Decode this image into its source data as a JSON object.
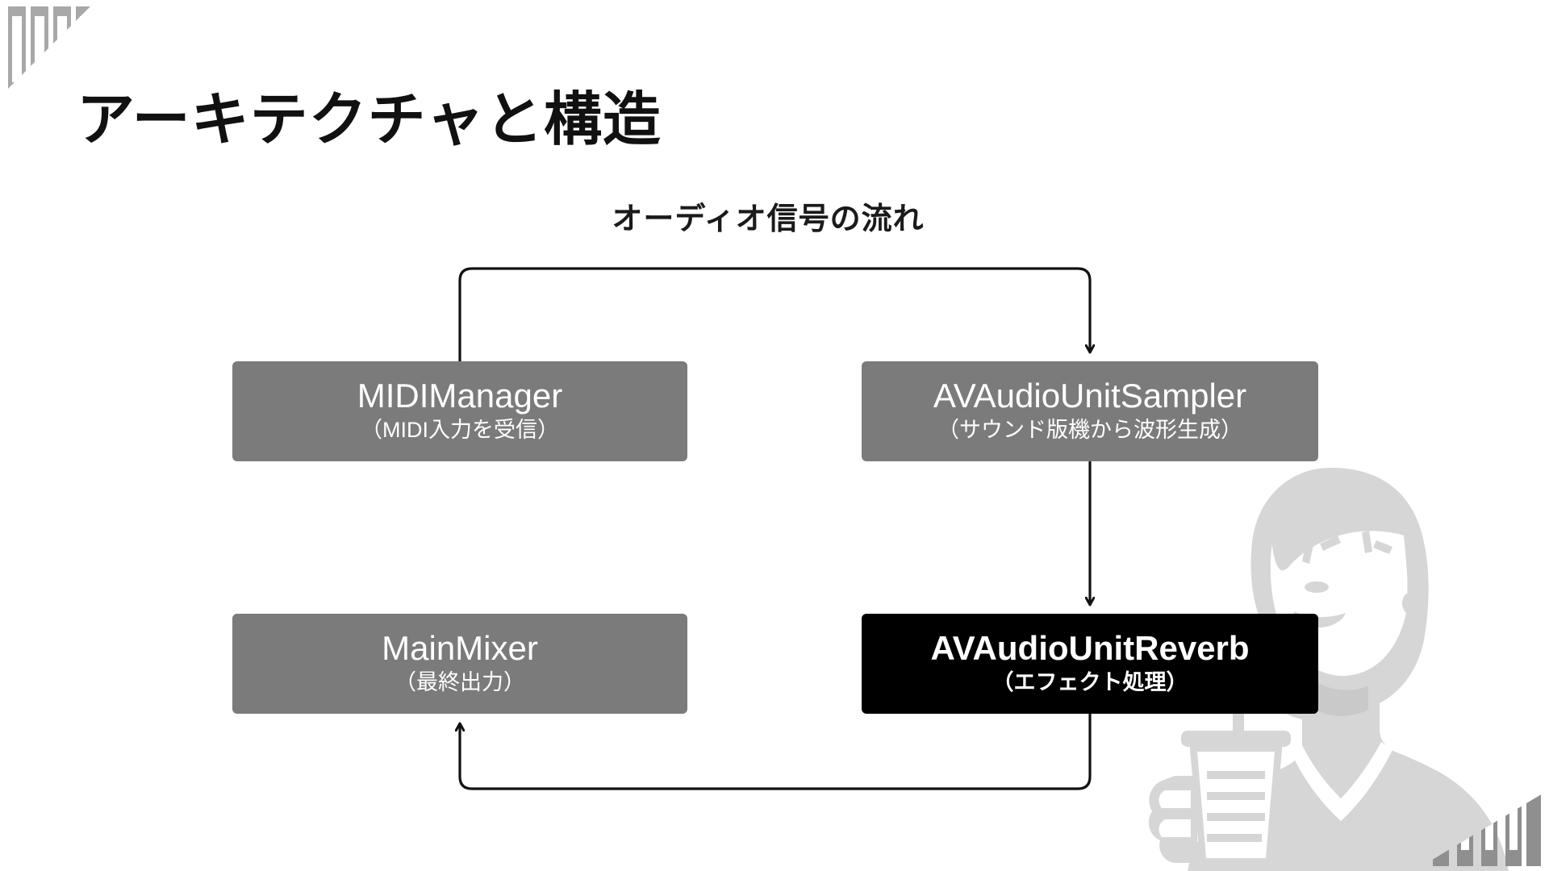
{
  "slide": {
    "title": "アーキテクチャと構造",
    "section_label": "オーディオ信号の流れ",
    "background_color": "#ffffff",
    "accent_gray": "#7b7b7b",
    "accent_black": "#000000",
    "deco_gray": "#a8a8a8",
    "watermark_gray": "#d4d4d4"
  },
  "diagram": {
    "type": "flow",
    "nodes": [
      {
        "id": "midimanager",
        "title": "MIDIManager",
        "subtitle": "（MIDI入力を受信）",
        "style": "gray"
      },
      {
        "id": "avaudiounitsampler",
        "title": "AVAudioUnitSampler",
        "subtitle": "（サウンド版機から波形生成）",
        "style": "gray"
      },
      {
        "id": "mainmixer",
        "title": "MainMixer",
        "subtitle": "（最終出力）",
        "style": "gray"
      },
      {
        "id": "avaudiounitreverb",
        "title": "AVAudioUnitReverb",
        "subtitle": "（エフェクト処理）",
        "style": "black"
      }
    ],
    "edges": [
      {
        "from": "midimanager",
        "to": "avaudiounitsampler",
        "route": "up-over-down"
      },
      {
        "from": "avaudiounitsampler",
        "to": "avaudiounitreverb",
        "route": "straight-down"
      },
      {
        "from": "avaudiounitreverb",
        "to": "mainmixer",
        "route": "down-back-up"
      }
    ]
  }
}
